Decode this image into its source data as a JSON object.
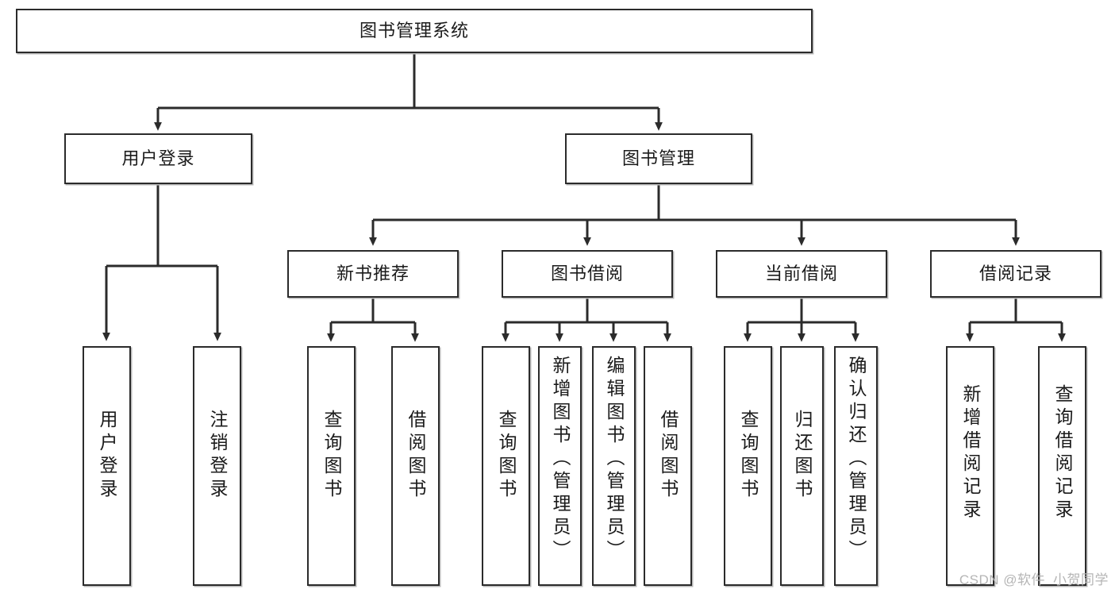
{
  "diagram": {
    "type": "tree",
    "title": "图书管理系统",
    "root": {
      "label": "图书管理系统"
    },
    "level2": [
      {
        "label": "用户登录"
      },
      {
        "label": "图书管理"
      }
    ],
    "level3": [
      {
        "label": "新书推荐"
      },
      {
        "label": "图书借阅"
      },
      {
        "label": "当前借阅"
      },
      {
        "label": "借阅记录"
      }
    ],
    "leaves": {
      "user_login": [
        {
          "label": "用户登录"
        },
        {
          "label": "注销登录"
        }
      ],
      "new_book_recommend": [
        {
          "label": "查询图书"
        },
        {
          "label": "借阅图书"
        }
      ],
      "book_borrow": [
        {
          "label": "查询图书"
        },
        {
          "label": "新增图书（管理员）"
        },
        {
          "label": "编辑图书（管理员）"
        },
        {
          "label": "借阅图书"
        }
      ],
      "current_borrow": [
        {
          "label": "查询图书"
        },
        {
          "label": "归还图书"
        },
        {
          "label": "确认归还（管理员）"
        }
      ],
      "borrow_record": [
        {
          "label": "新增借阅记录"
        },
        {
          "label": "查询借阅记录"
        }
      ]
    },
    "colors": {
      "line": "#2b2b2b",
      "box_border": "#2b2b2b",
      "box_fill": "#ffffff",
      "shadow": "#b9b9b9",
      "text": "#1b1b1b",
      "watermark": "#b5b5b5"
    }
  },
  "watermark": {
    "text": "CSDN @软件_小贺同学"
  }
}
